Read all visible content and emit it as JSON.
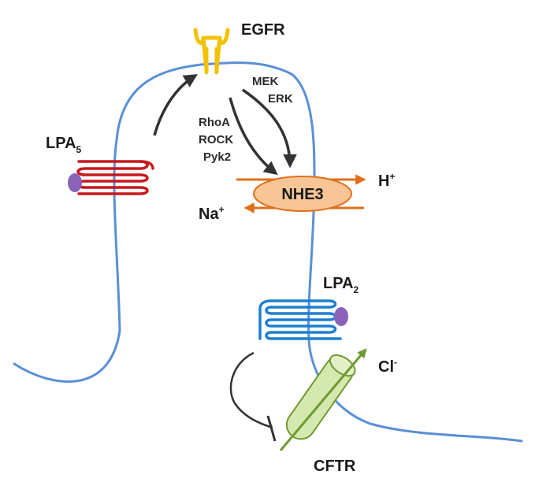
{
  "labels": {
    "egfr": "EGFR",
    "lpa5_main": "LPA",
    "lpa5_sub": "5",
    "lpa2_main": "LPA",
    "lpa2_sub": "2",
    "mek": "MEK",
    "erk": "ERK",
    "rhoa": "RhoA",
    "rock": "ROCK",
    "pyk2": "Pyk2",
    "nhe3": "NHE3",
    "h_main": "H",
    "h_sup": "+",
    "na_main": "Na",
    "na_sup": "+",
    "cl_main": "Cl",
    "cl_sup": "-",
    "cftr": "CFTR"
  },
  "colors": {
    "membrane": "#5b8fd6",
    "egfr": "#f2c200",
    "lpa5": "#c8181e",
    "lpa2": "#1e7fd0",
    "ligand": "#8a63b8",
    "arrow": "#333333",
    "nhe3_fill": "#f7c596",
    "nhe3_stroke": "#e06f1a",
    "cftr_fill": "#d4e8b0",
    "cftr_stroke": "#6f9a30",
    "inhibit": "#333333"
  },
  "icons": [
    "egfr-receptor-icon",
    "lpa5-receptor-icon",
    "lpa2-receptor-icon",
    "nhe3-exchanger-icon",
    "cftr-channel-icon"
  ]
}
